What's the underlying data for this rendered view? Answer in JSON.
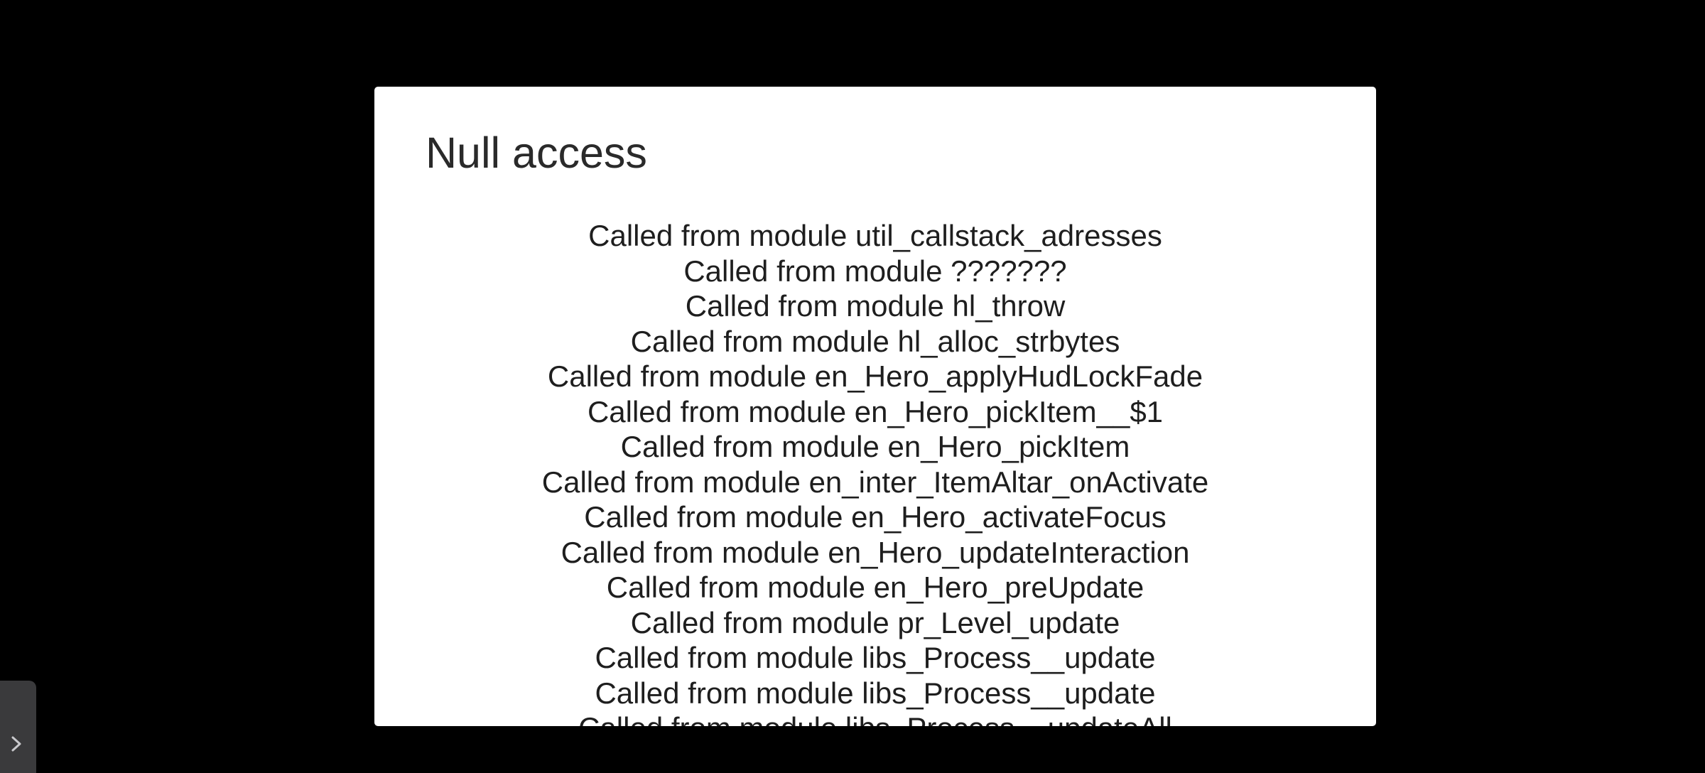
{
  "dialog": {
    "title": "Null access",
    "stack_lines": [
      "Called from module util_callstack_adresses",
      "Called from module ???????",
      "Called from module hl_throw",
      "Called from module hl_alloc_strbytes",
      "Called from module en_Hero_applyHudLockFade",
      "Called from module en_Hero_pickItem__$1",
      "Called from module en_Hero_pickItem",
      "Called from module en_inter_ItemAltar_onActivate",
      "Called from module en_Hero_activateFocus",
      "Called from module en_Hero_updateInteraction",
      "Called from module en_Hero_preUpdate",
      "Called from module pr_Level_update",
      "Called from module libs_Process__update",
      "Called from module libs_Process__update",
      "Called from module libs_Process__updateAll"
    ]
  },
  "side_drawer": {
    "icon": "chevron-right-icon"
  },
  "colors": {
    "background": "#000000",
    "dialog": "#ffffff",
    "text": "#1e1e1e",
    "drawer_tab": "#3a3a3c",
    "chevron": "#c8c8cc"
  }
}
